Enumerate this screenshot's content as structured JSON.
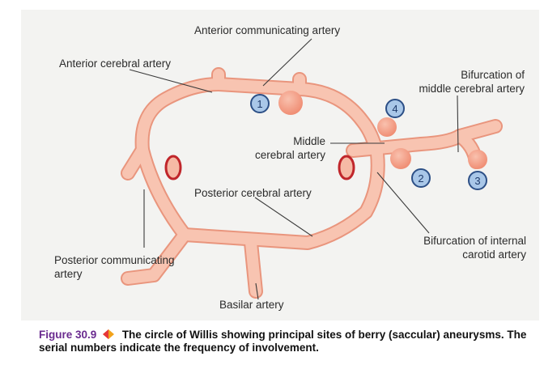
{
  "labels": {
    "anterior_communicating": "Anterior communicating artery",
    "anterior_cerebral": "Anterior cerebral artery",
    "bifurcation_mca_line1": "Bifurcation of",
    "bifurcation_mca_line2": "middle cerebral artery",
    "middle_cerebral_line1": "Middle",
    "middle_cerebral_line2": "cerebral artery",
    "posterior_cerebral": "Posterior cerebral artery",
    "bifurcation_ica_line1": "Bifurcation of internal",
    "bifurcation_ica_line2": "carotid artery",
    "posterior_communicating_line1": "Posterior communicating",
    "posterior_communicating_line2": "artery",
    "basilar": "Basilar artery"
  },
  "markers": [
    "1",
    "2",
    "3",
    "4"
  ],
  "caption": {
    "figure": "Figure 30.9",
    "text": "The circle of Willis showing principal sites of berry (saccular) aneurysms. The serial numbers indicate the frequency of involvement."
  },
  "colors": {
    "artery": "#f6b9a5",
    "artery_edge": "#e58b72",
    "aneurysm": "#f09279",
    "marker_fill": "#a9c7e8",
    "marker_edge": "#2c4f86",
    "lumen": "#c0262b",
    "caption_accent": "#6a2b8f"
  }
}
